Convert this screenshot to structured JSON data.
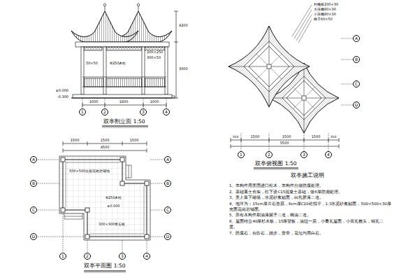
{
  "diagram": {
    "nodes": [
      {
        "text": [
          "1"
        ]
      },
      {
        "text": [
          "2"
        ]
      },
      {
        "text": [
          "3"
        ]
      },
      {
        "text": [
          "4"
        ]
      },
      {
        "text": [
          "A"
        ]
      },
      {
        "text": [
          "B"
        ]
      },
      {
        "text": [
          "C"
        ]
      },
      {
        "text": [
          "D"
        ]
      },
      {
        "text": [
          "1"
        ]
      },
      {
        "text": [
          "2"
        ]
      },
      {
        "text": [
          "3"
        ]
      },
      {
        "text": [
          "4"
        ]
      },
      {
        "text": [
          "A"
        ]
      },
      {
        "text": [
          "B"
        ]
      },
      {
        "text": [
          "C"
        ]
      },
      {
        "text": [
          "D"
        ]
      },
      {
        "text": [
          "A"
        ]
      },
      {
        "text": [
          "B"
        ]
      },
      {
        "text": [
          "C"
        ]
      },
      {
        "text": [
          "D"
        ]
      },
      {
        "text": [
          "1"
        ]
      },
      {
        "text": [
          "2"
        ]
      },
      {
        "text": [
          "3"
        ]
      },
      {
        "text": [
          "4"
        ]
      }
    ],
    "labels": [
      "双亭剖立面 1:50",
      "200×250",
      "300×50",
      "Φ250木柱",
      "50×50",
      "±0.000",
      "-0.300",
      "4200",
      "3000",
      "1000",
      "1800",
      "1000",
      "封檐板200×30",
      "大连檐80×30",
      "小连檐80×30",
      "椽子60×50",
      "350",
      "1500",
      "1500",
      "1500",
      "350",
      "5500",
      "双亭俯视图 1:50",
      "1500",
      "1500",
      "1500",
      "4500",
      "500×500光面花岗岩铺地",
      "Φ250木柱",
      "±0.000",
      "300×300青石板",
      "双亭平面图 1:50",
      "双亭施工说明",
      "1、本构件用美国进口松木，本构件自做防腐处理。",
      "2、基础素土夯实，柱下设C15混凝土基础，做6厚防潮处理。",
      "3、美人靠下砌墙，水泥砂浆贴面，白乳胶漆二道。",
      "4、地坪为：15cm厚片石垫层，6cm厚C20砼找平，1:3水泥砂浆贴面，500×500×30厚光面花岗岩铺面。",
      "5、所有木构件刷油漆腻子二道，桐油二道。",
      "6、屋面结合40厚杉木板，15厚望板，油毡一层，小青瓦屋面，小筒瓦檐头，铜瓦二度。",
      "7、防腐石，台阶石，踏步，垂带，花坛均用白石。"
    ]
  }
}
